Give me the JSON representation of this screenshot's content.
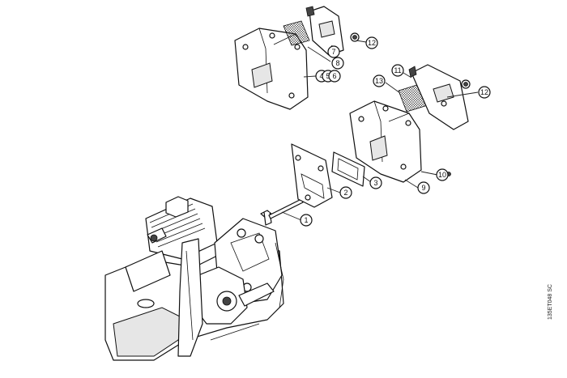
{
  "callouts": [
    {
      "id": "c1",
      "label": "1"
    },
    {
      "id": "c2",
      "label": "2"
    },
    {
      "id": "c3",
      "label": "3"
    },
    {
      "id": "c4",
      "label": "4"
    },
    {
      "id": "c5",
      "label": "5"
    },
    {
      "id": "c6",
      "label": "6"
    },
    {
      "id": "c7",
      "label": "7"
    },
    {
      "id": "c8",
      "label": "8"
    },
    {
      "id": "c9",
      "label": "9"
    },
    {
      "id": "c10",
      "label": "10"
    },
    {
      "id": "c11",
      "label": "11"
    },
    {
      "id": "c12a",
      "label": "12"
    },
    {
      "id": "c12b",
      "label": "12"
    },
    {
      "id": "c13",
      "label": "13"
    }
  ],
  "drawing_code": "135ET048 SC"
}
